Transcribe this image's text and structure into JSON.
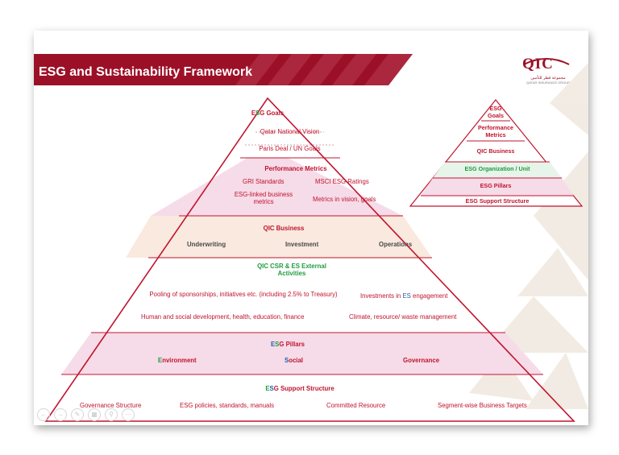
{
  "title": "ESG and Sustainability Framework",
  "logo": {
    "text": "QIC",
    "sub_arabic": "مجموعة قطر للتأمين",
    "sub_english": "QATAR INSURANCE GROUP"
  },
  "colors": {
    "brand": "#9c1027",
    "pink_band": "#f6dbe8",
    "peach_band": "#f9e9de",
    "border": "#c0142e"
  },
  "pyramid": {
    "goals": {
      "title_prefix": "E",
      "title_mid": "S",
      "title_rest": "G Goals",
      "items": [
        "Qatar National Vision",
        "Paris Deal / UN Goals"
      ]
    },
    "metrics": {
      "title": "Performance Metrics",
      "items": [
        "GRI Standards",
        "MSCI ESG Ratings",
        "ESG-linked business metrics",
        "Metrics in vision, goals"
      ]
    },
    "business": {
      "title": "QIC Business",
      "items": [
        "Underwriting",
        "Investment",
        "Operations"
      ]
    },
    "csr": {
      "title": "QIC CSR & ES External Activities",
      "items": [
        "Pooling of sponsorships, initiatives etc. (including 2.5% to Treasury)",
        "Human and social development, health, education, finance",
        "Climate, resource/ waste management"
      ],
      "investments_prefix": "Investments in ",
      "investments_highlight": "ES",
      "investments_suffix": " engagement"
    },
    "pillars": {
      "title_e": "E",
      "title_s": "S",
      "title_rest": "G Pillars",
      "env_first": "E",
      "env_rest": "nvironment",
      "soc_first": "S",
      "soc_rest": "ocial",
      "governance": "Governance"
    },
    "support": {
      "title_e": "E",
      "title_s": "S",
      "title_rest": "G Support Structure",
      "items": [
        "Governance Structure",
        "ESG policies, standards, manuals",
        "Committed Resource",
        "Segment-wise Business Targets"
      ]
    }
  },
  "mini": {
    "goals_line1": "ESG",
    "goals_line2": "Goals",
    "metrics_line1": "Performance",
    "metrics_line2": "Metrics",
    "business": "QIC Business",
    "org": "ESG Organization / Unit",
    "pillars": "ESG Pillars",
    "support": "ESG Support Structure"
  },
  "controls": [
    "back-icon",
    "forward-icon",
    "pen-icon",
    "grid-icon",
    "zoom-icon",
    "more-icon"
  ]
}
